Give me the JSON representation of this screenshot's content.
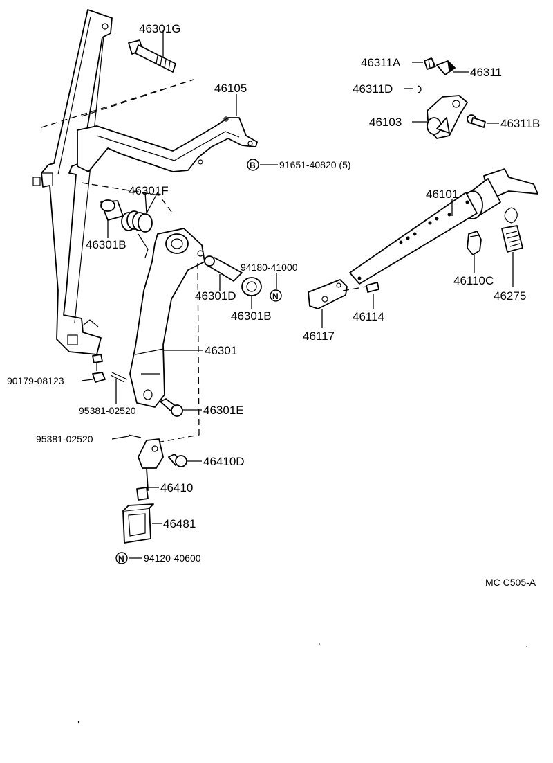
{
  "labels": {
    "l46301g": "46301G",
    "l46105": "46105",
    "l91651": "91651-40820 (5)",
    "l46301f": "46301F",
    "l46301b_top": "46301B",
    "l94180": "94180-41000",
    "l46301d": "46301D",
    "l46301b_bot": "46301B",
    "l46301": "46301",
    "l90179": "90179-08123",
    "l95381_a": "95381-02520",
    "l46301e": "46301E",
    "l95381_b": "95381-02520",
    "l46410d": "46410D",
    "l46410": "46410",
    "l46481": "46481",
    "l94120": "94120-40600",
    "l46311a": "46311A",
    "l46311": "46311",
    "l46311d": "46311D",
    "l46103": "46103",
    "l46311b": "46311B",
    "l46101": "46101",
    "l46110c": "46110C",
    "l46275": "46275",
    "l46114": "46114",
    "l46117": "46117",
    "catalog_code": "MC  C505-A"
  },
  "markers": {
    "b": "B",
    "n_upper": "N",
    "n_lower": "N"
  }
}
